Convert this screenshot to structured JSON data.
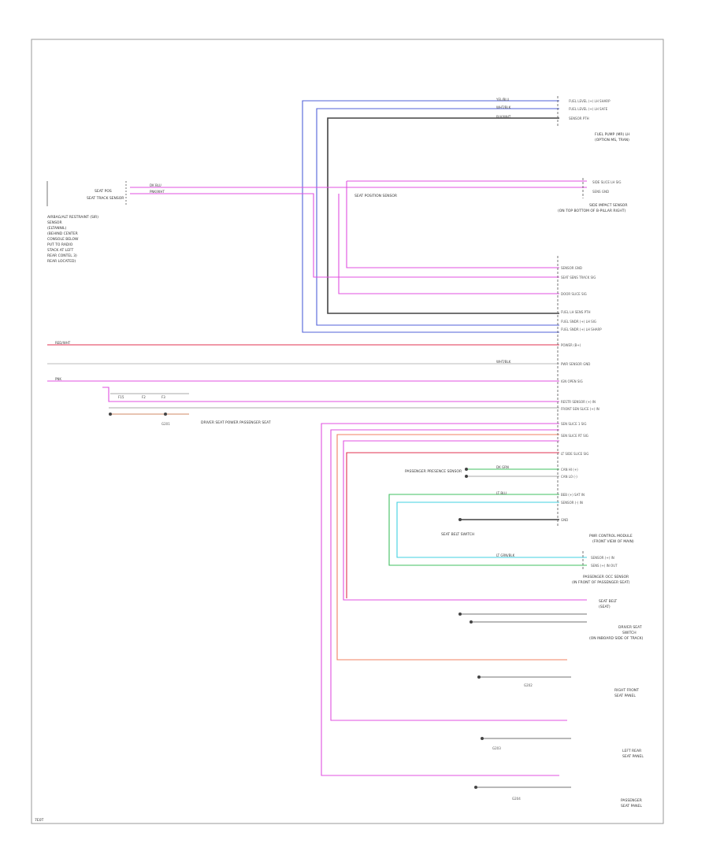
{
  "colors": {
    "pink": "#e040e0",
    "red": "#e02040",
    "blue": "#4050d0",
    "black": "#333333",
    "green": "#30c050",
    "cyan": "#40d0e0",
    "orange": "#f07050",
    "white_wire": "#c8c8c8",
    "frame": "#888888"
  },
  "footer": {
    "code": "7E0T"
  },
  "left_module": {
    "lines": [
      "AIRBAG/ALT RESTRAINT (SIR)",
      "SENSOR",
      "(ELTANNIL)",
      "(BEHIND CENTER",
      "CONSOLE BELOW",
      "PUT TO RADIO",
      "STACK AT LEFT",
      "REAR CONTEL 3)",
      "REAR LOCATED)"
    ],
    "pins": [
      "SEAT POS",
      "SEAT TRACK SENSOR"
    ]
  },
  "right_components": {
    "fuel_pump_module": {
      "lines": [
        "FUEL PUMP (MR) LH",
        "(OPTION MS, TRAN)"
      ],
      "pins": [
        "FUEL LEVEL (+) LH SHARP",
        "FUEL LEVEL (+) LH SAFE",
        "SENSOR PTH"
      ]
    },
    "side_sensor": {
      "lines": [
        "SIDE IMPACT SENSOR",
        "(ON TOP BOTTOM OF B-PILLAR RIGHT)"
      ],
      "pins": [
        "SIDE SLICE LH SIG",
        "SENS GND"
      ]
    },
    "main_module": {
      "lines": [
        "PWR CONTROL MODULE",
        "(FRONT VIEW OF MAIN)"
      ]
    },
    "occupant_sensor": {
      "lines": [
        "PASSENGER OCC SENSOR",
        "(IN FRONT OF PASSENGER SEAT)"
      ],
      "pins": [
        "SENSOR (+) IN",
        "SENS (+) IN OUT"
      ]
    },
    "left_seat": {
      "lines": [
        "SEAT BELT",
        "(SEAT)"
      ]
    },
    "ignition_module": {
      "lines": [
        "DRIVER SEAT",
        "SWITCH",
        "(ON INBOARD SIDE OF TRACK)"
      ]
    },
    "right_seat": {
      "lines": [
        "RIGHT FRONT",
        "SEAT PANEL"
      ]
    },
    "left_rear": {
      "lines": [
        "LEFT REAR",
        "SEAT PANEL"
      ]
    },
    "passenger": {
      "lines": [
        "PASSENGER",
        "SEAT PANEL"
      ]
    }
  },
  "main_pins": [
    "SENSOR GND",
    "SEAT SENS TRACK SIG",
    "DOOR SLICE SIG",
    "FUEL LH SENS PTH",
    "FUEL SNDR (+) LH SIG",
    "FUEL SNDR (+) LH SHARP",
    "POWER (B+)",
    "PWR SENSOR GND",
    "IGN OPEN SIG",
    "RESTR SENSOR (+) IN",
    "FRONT SEN SLICE (+) IN",
    "SEN SLICE 1 SIG",
    "SEN SLICE RT SIG",
    "LT SIDE SLICE SIG",
    "CAN HI (+)",
    "CAN LO (-)",
    "BEB (+) SAT IN",
    "SENSOR (-) IN",
    "GND"
  ],
  "wire_labels": [
    "YEL/BLU",
    "WHT/BLK",
    "BLK/WHT",
    "DK BLU",
    "PNK/WHT",
    "WHT/BLK",
    "LT BLU",
    "PNK",
    "RED/WHT",
    "DK GRN",
    "LT GRN/BLK"
  ],
  "fuse_labels": [
    "F15",
    "F2",
    "F3"
  ],
  "grounds": [
    "G201",
    "G202",
    "G203",
    "G204"
  ],
  "small_components": [
    "SEAT POSITION SENSOR",
    "DRIVER SEAT POWER PASSENGER SEAT",
    "PASSENGER PRESENCE SENSOR",
    "SEAT BELT SWITCH"
  ]
}
